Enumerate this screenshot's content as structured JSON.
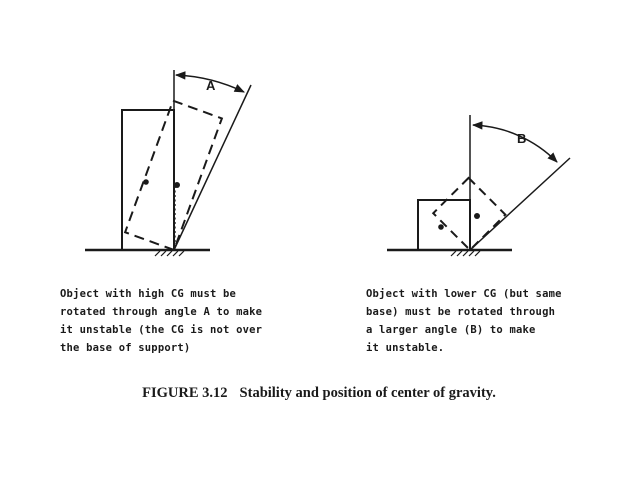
{
  "left_panel": {
    "angle_label": "A",
    "caption_lines": [
      "Object with high CG must be",
      "rotated through angle A to make",
      "it unstable (the CG is not over",
      "the base of support)"
    ]
  },
  "right_panel": {
    "angle_label": "B",
    "caption_lines": [
      "Object with lower CG (but same",
      "base) must be rotated through",
      "a larger angle (B) to make",
      "it unstable."
    ]
  },
  "figure_caption": {
    "number": "FIGURE 3.12",
    "text": "Stability and position of center of gravity."
  },
  "colors": {
    "ink": "#1a1a1a",
    "background": "#ffffff"
  }
}
